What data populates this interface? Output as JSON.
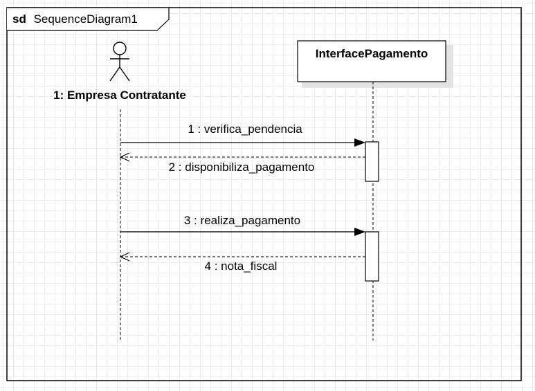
{
  "frame": {
    "keyword": "sd",
    "name": "SequenceDiagram1"
  },
  "actor": {
    "label": "1: Empresa Contratante"
  },
  "lifeline": {
    "label": "InterfacePagamento"
  },
  "messages": [
    {
      "label": "1 : verifica_pendencia",
      "kind": "synchronous-call"
    },
    {
      "label": "2 : disponibiliza_pagamento",
      "kind": "reply"
    },
    {
      "label": "3 : realiza_pagamento",
      "kind": "synchronous-call"
    },
    {
      "label": "4 : nota_fiscal",
      "kind": "reply"
    }
  ],
  "colors": {
    "line": "#000000",
    "shadow": "#d9d9d9",
    "background": "#ffffff"
  }
}
